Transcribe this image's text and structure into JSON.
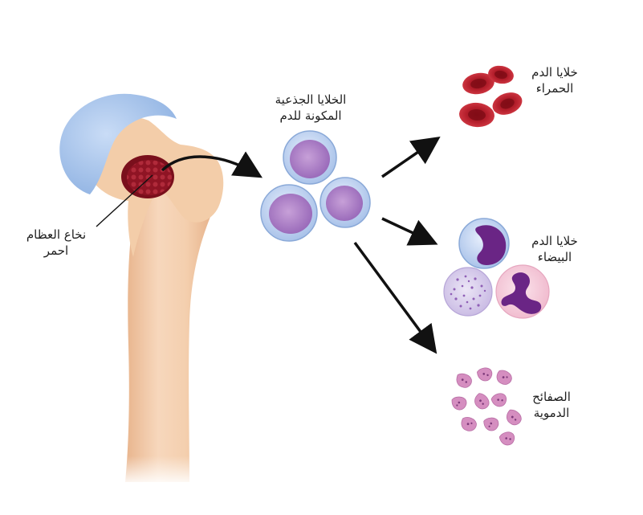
{
  "labels": {
    "marrow": {
      "line1": "نخاع العظام",
      "line2": "احمر"
    },
    "stem_cells": {
      "line1": "الخلايا الجذعية",
      "line2": "المكونة للدم"
    },
    "red_cells": {
      "line1": "خلايا الدم",
      "line2": "الحمراء"
    },
    "white_cells": {
      "line1": "خلايا الدم",
      "line2": "البيضاء"
    },
    "platelets": {
      "line1": "الصفائح",
      "line2": "الدموية"
    }
  },
  "colors": {
    "bone": "#f2c9a6",
    "cartilage": "#a9c6ec",
    "marrow": "#8f1424",
    "stem_cell": "#b693cf",
    "red_cell": "#b01e2a",
    "lymphocyte_nucleus": "#6a2585",
    "platelet": "#d58ec0",
    "arrow": "#111111"
  }
}
